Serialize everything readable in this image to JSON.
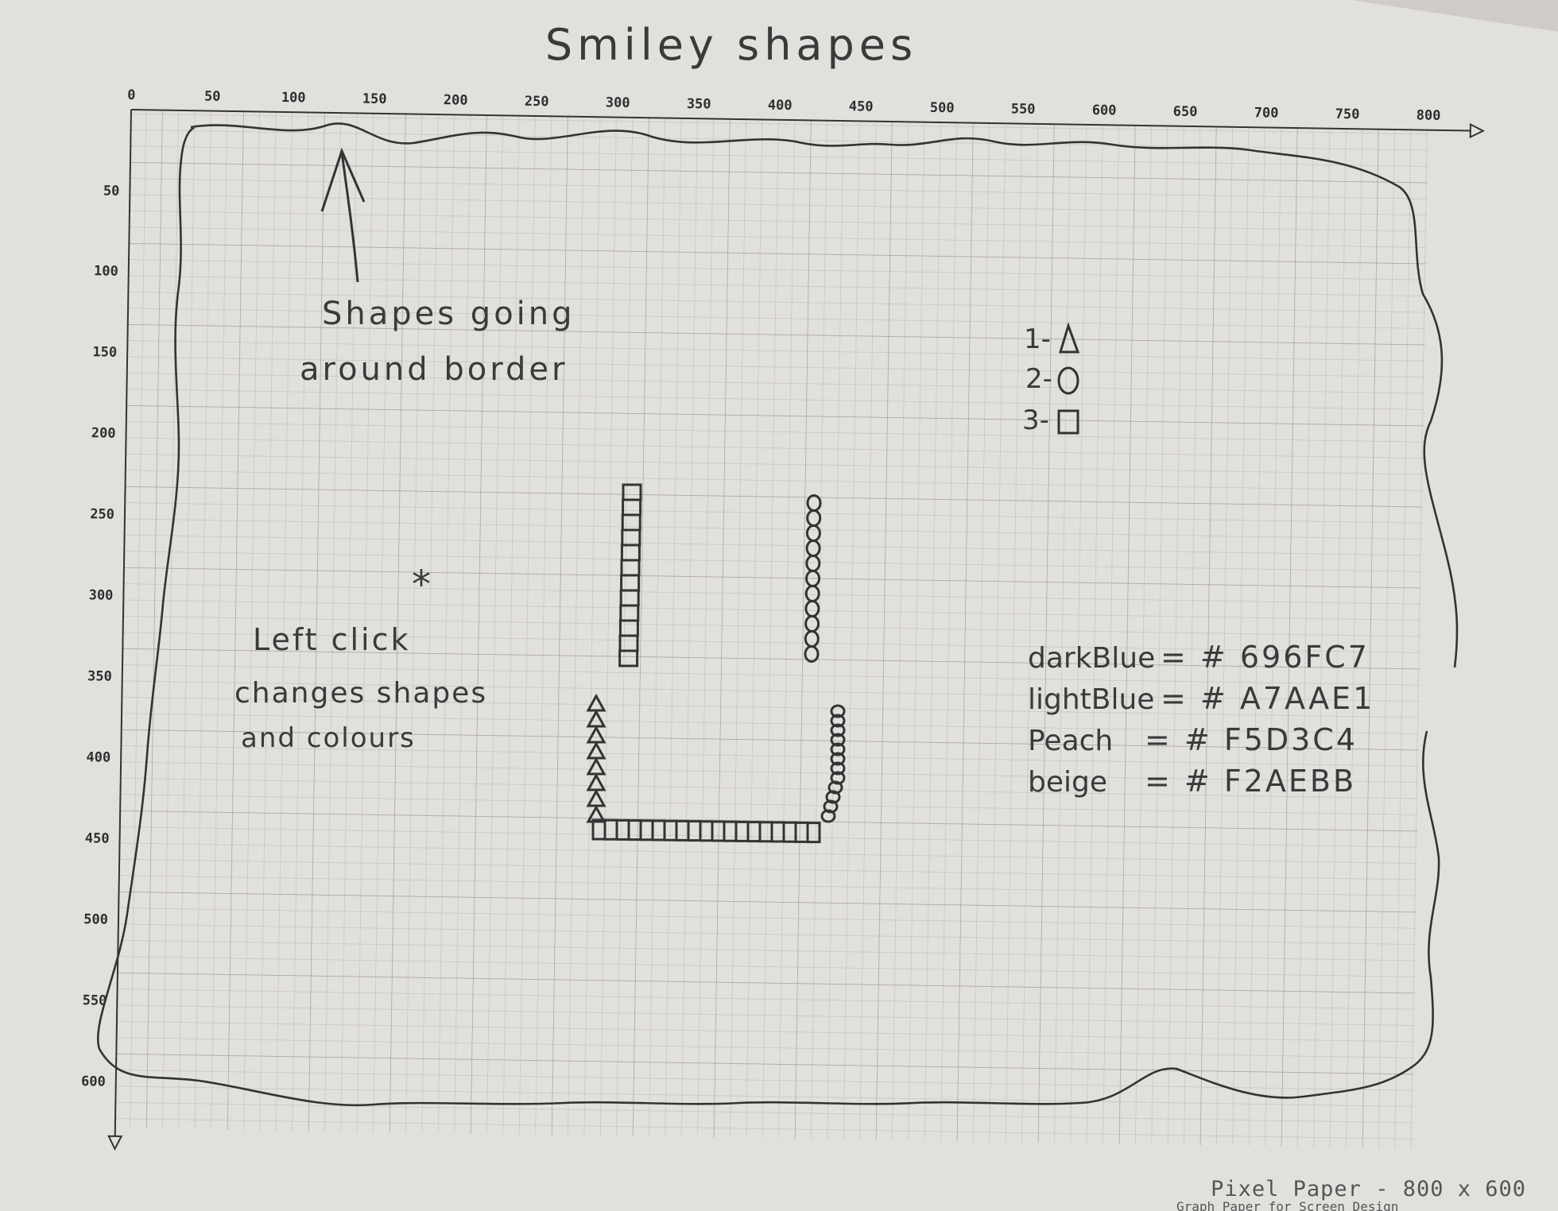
{
  "title": "Smiley shapes",
  "x_ticks": [
    "0",
    "50",
    "100",
    "150",
    "200",
    "250",
    "300",
    "350",
    "400",
    "450",
    "500",
    "550",
    "600",
    "650",
    "700",
    "750",
    "800"
  ],
  "y_ticks": [
    "50",
    "100",
    "150",
    "200",
    "250",
    "300",
    "350",
    "400",
    "450",
    "500",
    "550",
    "600"
  ],
  "note_border": {
    "line1": "Shapes going",
    "line2": "around border"
  },
  "note_click": {
    "line1": "Left click",
    "line2": "changes shapes",
    "line3": "and colours"
  },
  "shape_key": [
    {
      "number": "1-",
      "shape": "triangle",
      "icon": "triangle-icon"
    },
    {
      "number": "2-",
      "shape": "circle",
      "icon": "circle-icon"
    },
    {
      "number": "3-",
      "shape": "square",
      "icon": "square-icon"
    }
  ],
  "colours": [
    {
      "name": "darkBlue",
      "code": "= # 696FC7"
    },
    {
      "name": "lightBlue",
      "code": "= # A7AAE1"
    },
    {
      "name": "Peach",
      "code": "= # F5D3C4"
    },
    {
      "name": "beige",
      "code": "= # F2AEBB"
    }
  ],
  "footer": {
    "title": "Pixel Paper - 800 x 600",
    "subtitle": "Graph Paper for Screen Design"
  }
}
